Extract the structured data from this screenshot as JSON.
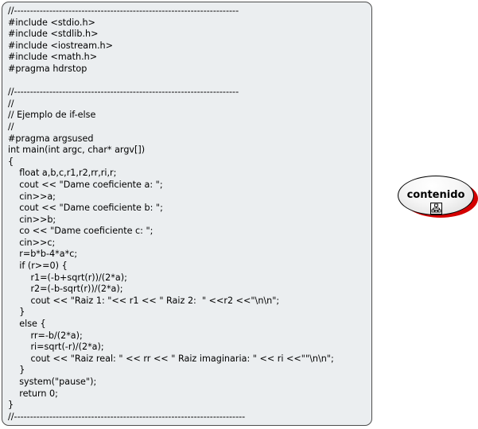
{
  "code_block": {
    "lines": [
      "//----------------------------------------------------------------------",
      "#include <stdio.h>",
      "#include <stdlib.h>",
      "#include <iostream.h>",
      "#include <math.h>",
      "#pragma hdrstop",
      "",
      "//----------------------------------------------------------------------",
      "//",
      "// Ejemplo de if-else",
      "//",
      "#pragma argsused",
      "int main(int argc, char* argv[])",
      "{",
      "    float a,b,c,r1,r2,rr,ri,r;",
      "    cout << \"Dame coeficiente a: \";",
      "    cin>>a;",
      "    cout << \"Dame coeficiente b: \";",
      "    cin>>b;",
      "    co << \"Dame coeficiente c: \";",
      "    cin>>c;",
      "    r=b*b-4*a*c;",
      "    if (r>=0) {",
      "        r1=(-b+sqrt(r))/(2*a);",
      "        r2=(-b-sqrt(r))/(2*a);",
      "        cout << \"Raiz 1: \"<< r1 << \" Raiz 2:  \" <<r2 <<\"\\n\\n\";",
      "    }",
      "    else {",
      "        rr=-b/(2*a);",
      "        ri=sqrt(-r)/(2*a);",
      "        cout << \"Raiz real: \" << rr << \" Raiz imaginaria: \" << ri <<\"\"\\n\\n\";",
      "    }",
      "    system(\"pause\");",
      "    return 0;",
      "}",
      "//------------------------------------------------------------------------"
    ]
  },
  "content_button": {
    "label": "contenido",
    "icon": "diagram-icon"
  },
  "colors": {
    "panel_background": "#ebeef0",
    "panel_border": "#4d4d4d",
    "badge_shadow": "#d40000"
  }
}
